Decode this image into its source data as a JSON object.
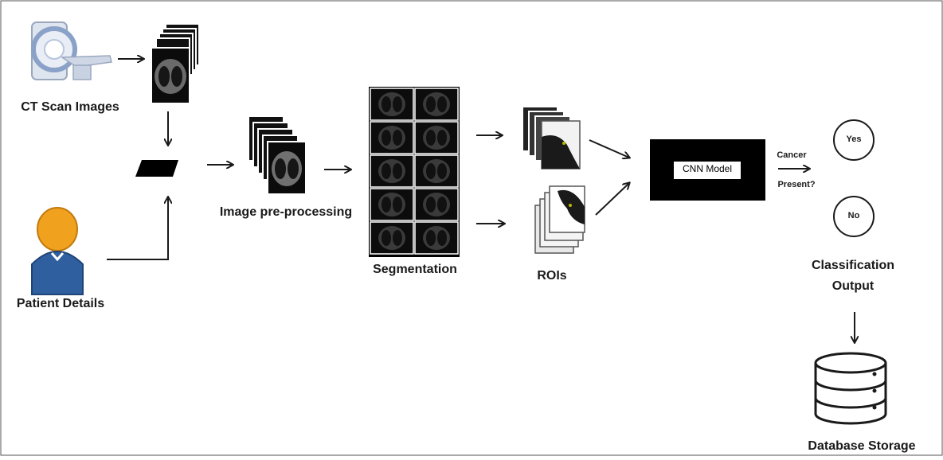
{
  "nodes": {
    "ct_scan": {
      "label": "CT Scan Images"
    },
    "patient": {
      "label": "Patient Details"
    },
    "preprocessing": {
      "label": "Image pre-processing"
    },
    "segmentation": {
      "label": "Segmentation"
    },
    "rois": {
      "label": "ROIs"
    },
    "cnn": {
      "label": "CNN Model"
    },
    "decision": {
      "line1": "Cancer",
      "line2": "Present?"
    },
    "yes": {
      "label": "Yes"
    },
    "no": {
      "label": "No"
    },
    "classification": {
      "line1": "Classification",
      "line2": "Output"
    },
    "database": {
      "label": "Database Storage"
    }
  },
  "colors": {
    "ink": "#1a1a1a",
    "scanner_body": "#c8d2e2",
    "scanner_ring": "#8aa2c8",
    "person_head": "#f0a21e",
    "person_body": "#2f5f9e",
    "database_fill": "#ffffff",
    "cnn_box": "#000000",
    "cnn_label_bg": "#ffffff"
  }
}
